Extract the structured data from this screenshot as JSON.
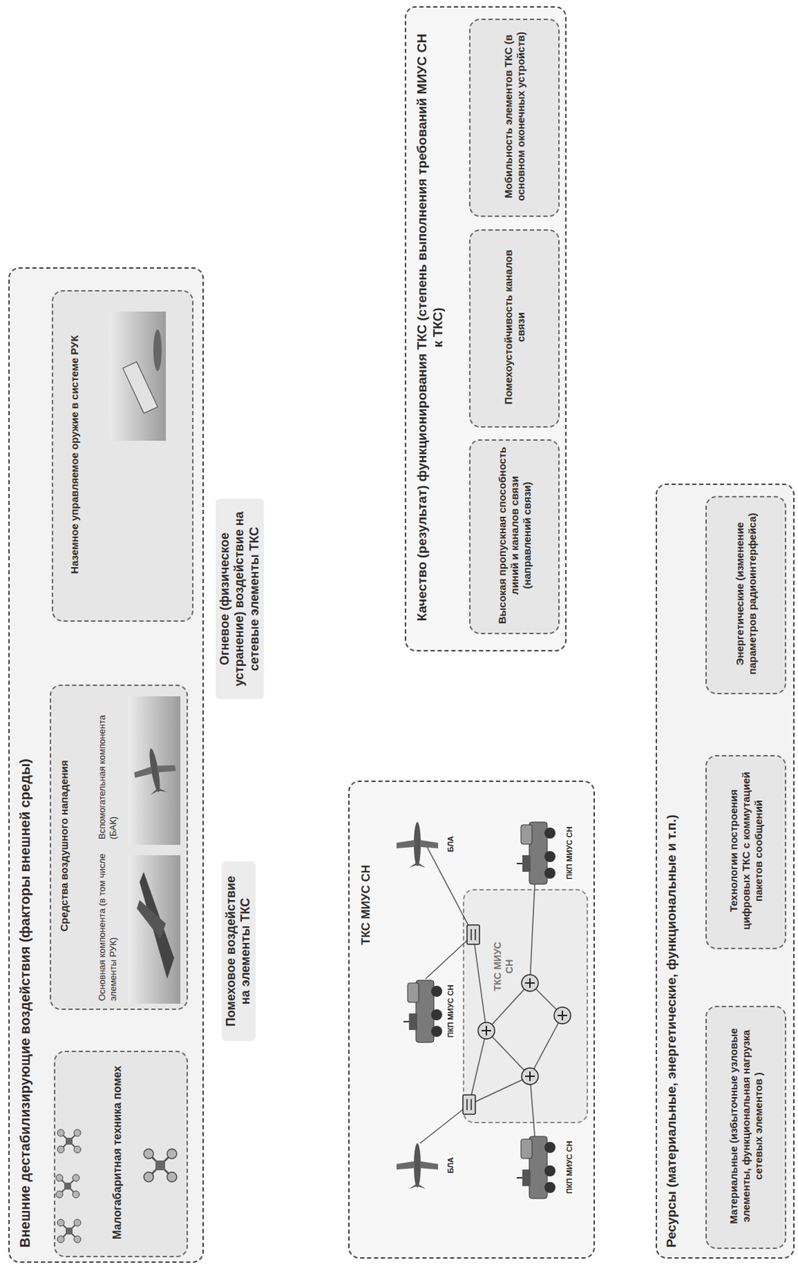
{
  "diagram": {
    "nodes": [
      {
        "text": [
          "Внешние дестабилизирующие воздействия (факторы внешней среды)"
        ]
      },
      {
        "text": [
          "Малогабаритная техника помех"
        ],
        "in": 0
      },
      {
        "text": [
          "Средства воздушного нападения",
          "Основная компонента (в том числе элементы РУК)",
          "Вспомогательная компонента (БАК)"
        ],
        "in": 0
      },
      {
        "text": [
          "Наземное управляемое оружие в системе РУК"
        ],
        "in": 0
      },
      {
        "text": [
          "Качество (результат) функционирования ТКС (степень выполнения требований МИУС СН к ТКС)"
        ]
      },
      {
        "text": [
          "Высокая пропускная способность линий и каналов связи (направлений связи)"
        ],
        "in": 4
      },
      {
        "text": [
          "Помехоустойчивость каналов связи"
        ],
        "in": 4
      },
      {
        "text": [
          "Мобильность элементов ТКС (в основном оконечных устройств)"
        ],
        "in": 4
      },
      {
        "text": [
          "ТКС МИУС СН"
        ]
      },
      {
        "text": [
          "ТКС МИУС СН"
        ],
        "in": 8
      },
      {
        "text": [
          "Ресурсы (материальные, энергетические, функциональные и т.п.)"
        ]
      },
      {
        "text": [
          "Материальные (избыточные узловые элементы, функциональная нагрузка сетевых элементов )"
        ],
        "in": 10
      },
      {
        "text": [
          "Технологии построения цифровых ТКС с коммутацией пакетов сообщений"
        ],
        "in": 10
      },
      {
        "text": [
          "Энергетические (изменение параметров радиоинтерфейса)"
        ],
        "in": 10
      }
    ],
    "edges": [
      {
        "from": 0,
        "to": 8,
        "arrow": "none",
        "label": "Огневое (физическое устранение) воздействие на сетевые элементы ТКС"
      },
      {
        "from": 0,
        "to": 8,
        "arrow": "none",
        "label": "Помеховое воздействие на элементы ТКС"
      },
      {
        "from": 8,
        "to": 4,
        "arrow": "to"
      },
      {
        "from": 10,
        "to": 8,
        "arrow": "to"
      }
    ],
    "labels": [
      "ПКП МИУС СН",
      "БЛА",
      "БЛА",
      "ПКП МИУС СН",
      "ПКП МИУС СН"
    ]
  }
}
